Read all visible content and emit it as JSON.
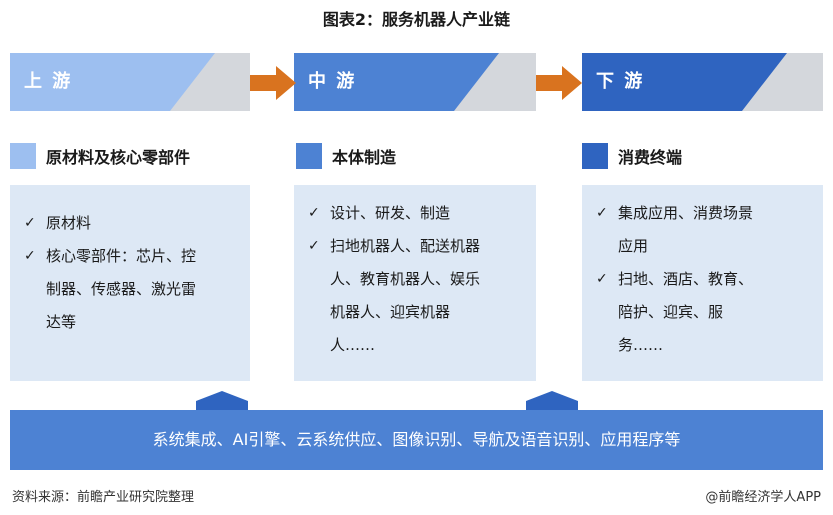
{
  "title": "图表2：服务机器人产业链",
  "stages": [
    {
      "label": "上 游",
      "color": "#9dbff0"
    },
    {
      "label": "中 游",
      "color": "#4d82d3"
    },
    {
      "label": "下 游",
      "color": "#2f64c0"
    }
  ],
  "arrow_color": "#d9731f",
  "subheads": [
    {
      "label": "原材料及核心零部件",
      "color": "#9dbff0"
    },
    {
      "label": "本体制造",
      "color": "#4d82d3"
    },
    {
      "label": "消费终端",
      "color": "#2f64c0"
    }
  ],
  "columns": [
    {
      "items": [
        {
          "check": "✓",
          "lines": [
            "原材料"
          ]
        },
        {
          "check": "✓",
          "lines": [
            "核心零部件：芯片、控",
            "制器、传感器、激光雷",
            "达等"
          ]
        }
      ]
    },
    {
      "items": [
        {
          "check": "✓",
          "lines": [
            "设计、研发、制造"
          ]
        },
        {
          "check": "✓",
          "lines": [
            "扫地机器人、配送机器",
            "人、教育机器人、娱乐",
            "机器人、迎宾机器",
            "人……"
          ]
        }
      ]
    },
    {
      "items": [
        {
          "check": "✓",
          "lines": [
            "集成应用、消费场景",
            "应用"
          ]
        },
        {
          "check": "✓",
          "lines": [
            "扫地、酒店、教育、",
            "陪护、迎宾、服",
            "务……"
          ]
        }
      ]
    }
  ],
  "bottom_bar": "系统集成、AI引擎、云系统供应、图像识别、导航及语音识别、应用程序等",
  "source": "资料来源：前瞻产业研究院整理",
  "credit": "@前瞻经济学人APP"
}
